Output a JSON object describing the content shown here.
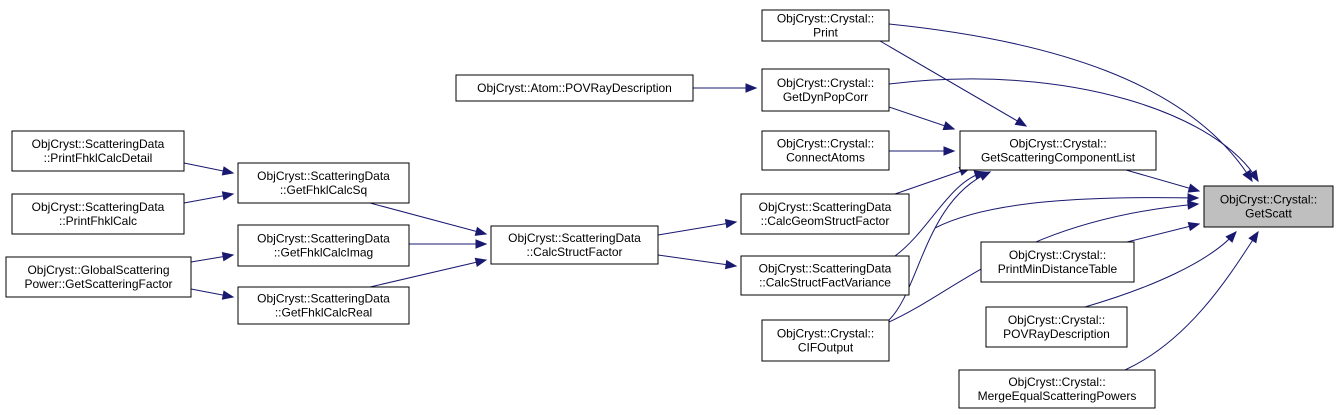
{
  "graph": {
    "edge_color": "#191970",
    "focus_fill": "#bfbfbf",
    "nodes": [
      {
        "id": "getscatt",
        "lines": [
          "ObjCryst::Crystal::",
          "GetScatt"
        ],
        "focus": true
      },
      {
        "id": "print",
        "lines": [
          "ObjCryst::Crystal::",
          "Print"
        ]
      },
      {
        "id": "getdynpopcorr",
        "lines": [
          "ObjCryst::Crystal::",
          "GetDynPopCorr"
        ]
      },
      {
        "id": "atom_pov",
        "lines": [
          "ObjCryst::Atom::POVRayDescription"
        ]
      },
      {
        "id": "getscatcomplist",
        "lines": [
          "ObjCryst::Crystal::",
          "GetScatteringComponentList"
        ]
      },
      {
        "id": "connectatoms",
        "lines": [
          "ObjCryst::Crystal::",
          "ConnectAtoms"
        ]
      },
      {
        "id": "calcgeom",
        "lines": [
          "ObjCryst::ScatteringData",
          "::CalcGeomStructFactor"
        ]
      },
      {
        "id": "calcvar",
        "lines": [
          "ObjCryst::ScatteringData",
          "::CalcStructFactVariance"
        ]
      },
      {
        "id": "cifoutput",
        "lines": [
          "ObjCryst::Crystal::",
          "CIFOutput"
        ]
      },
      {
        "id": "printmindist",
        "lines": [
          "ObjCryst::Crystal::",
          "PrintMinDistanceTable"
        ]
      },
      {
        "id": "crystal_pov",
        "lines": [
          "ObjCryst::Crystal::",
          "POVRayDescription"
        ]
      },
      {
        "id": "merge",
        "lines": [
          "ObjCryst::Crystal::",
          "MergeEqualScatteringPowers"
        ]
      },
      {
        "id": "calcstruct",
        "lines": [
          "ObjCryst::ScatteringData",
          "::CalcStructFactor"
        ]
      },
      {
        "id": "getcalcsq",
        "lines": [
          "ObjCryst::ScatteringData",
          "::GetFhklCalcSq"
        ]
      },
      {
        "id": "getcalcimag",
        "lines": [
          "ObjCryst::ScatteringData",
          "::GetFhklCalcImag"
        ]
      },
      {
        "id": "getcalcreal",
        "lines": [
          "ObjCryst::ScatteringData",
          "::GetFhklCalcReal"
        ]
      },
      {
        "id": "printdetail",
        "lines": [
          "ObjCryst::ScatteringData",
          "::PrintFhklCalcDetail"
        ]
      },
      {
        "id": "printcalc",
        "lines": [
          "ObjCryst::ScatteringData",
          "::PrintFhklCalc"
        ]
      },
      {
        "id": "globalsp",
        "lines": [
          "ObjCryst::GlobalScattering",
          "Power::GetScatteringFactor"
        ]
      }
    ],
    "edges": [
      {
        "from": "print",
        "to": "getscatt"
      },
      {
        "from": "getdynpopcorr",
        "to": "getscatt"
      },
      {
        "from": "getscatcomplist",
        "to": "getscatt"
      },
      {
        "from": "calcgeom",
        "to": "getscatt"
      },
      {
        "from": "cifoutput",
        "to": "getscatt"
      },
      {
        "from": "printmindist",
        "to": "getscatt"
      },
      {
        "from": "crystal_pov",
        "to": "getscatt"
      },
      {
        "from": "merge",
        "to": "getscatt"
      },
      {
        "from": "print",
        "to": "getscatcomplist"
      },
      {
        "from": "getdynpopcorr",
        "to": "getscatcomplist"
      },
      {
        "from": "connectatoms",
        "to": "getscatcomplist"
      },
      {
        "from": "calcgeom",
        "to": "getscatcomplist"
      },
      {
        "from": "calcvar",
        "to": "getscatcomplist"
      },
      {
        "from": "cifoutput",
        "to": "getscatcomplist"
      },
      {
        "from": "atom_pov",
        "to": "getdynpopcorr"
      },
      {
        "from": "calcstruct",
        "to": "calcgeom"
      },
      {
        "from": "calcstruct",
        "to": "calcvar"
      },
      {
        "from": "getcalcsq",
        "to": "calcstruct"
      },
      {
        "from": "getcalcimag",
        "to": "calcstruct"
      },
      {
        "from": "getcalcreal",
        "to": "calcstruct"
      },
      {
        "from": "printdetail",
        "to": "getcalcsq"
      },
      {
        "from": "printcalc",
        "to": "getcalcsq"
      },
      {
        "from": "globalsp",
        "to": "getcalcimag"
      },
      {
        "from": "globalsp",
        "to": "getcalcreal"
      }
    ]
  }
}
